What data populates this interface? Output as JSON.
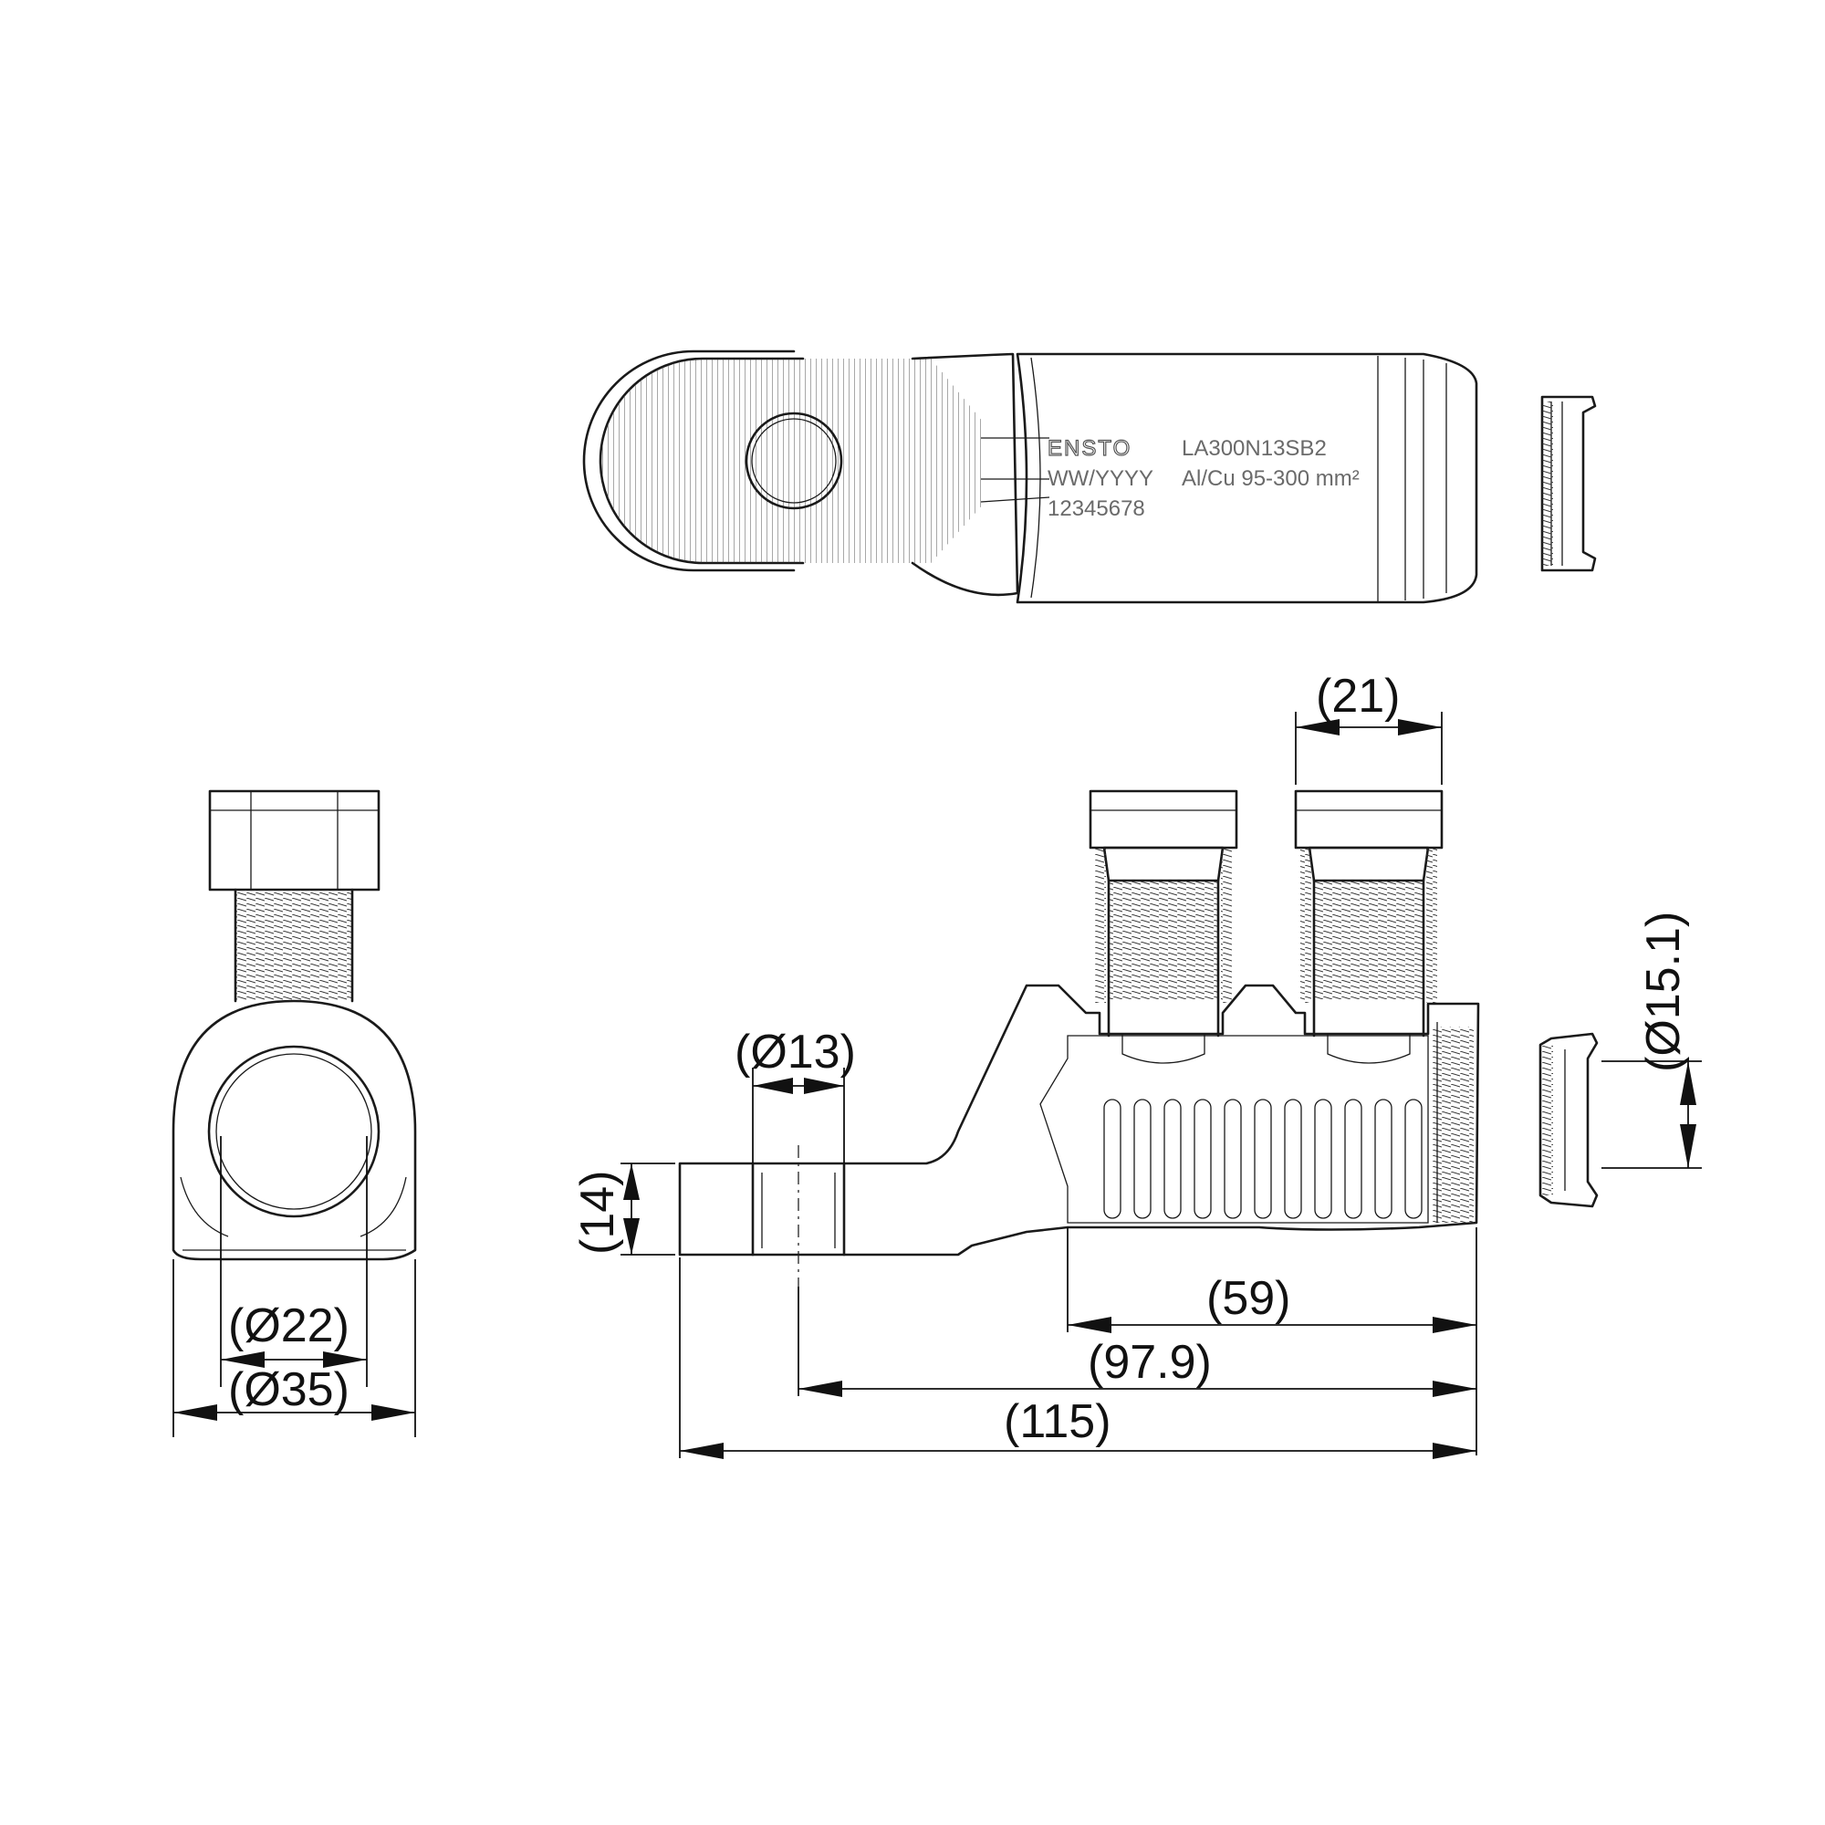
{
  "product_marking": {
    "brand": "ENSTO",
    "date_code": "WW/YYYY",
    "serial": "12345678",
    "model": "LA300N13SB2",
    "range": "Al/Cu 95-300 mm²"
  },
  "dimensions": {
    "bolt_spacing": "(21)",
    "shear_bolt_dia": "(Ø15.1)",
    "hole_dia": "(Ø13)",
    "palm_thickness": "(14)",
    "barrel_length": "(59)",
    "hole_to_end": "(97.9)",
    "overall_length": "(115)",
    "inner_dia": "(Ø22)",
    "outer_dia": "(Ø35)"
  }
}
